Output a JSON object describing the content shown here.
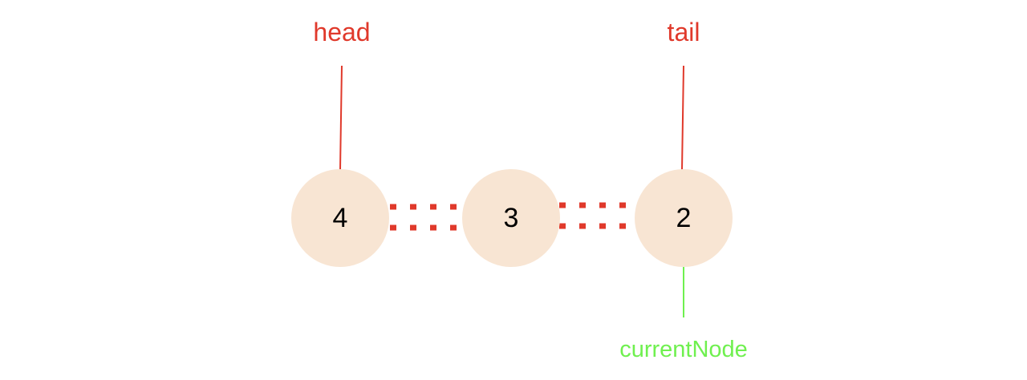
{
  "colors": {
    "pointer": "#e0392b",
    "current": "#6ff04f",
    "node_fill": "#f8e5d3",
    "link": "#e0392b"
  },
  "pointers": {
    "head": "head",
    "tail": "tail",
    "current": "currentNode"
  },
  "nodes": [
    {
      "value": "4"
    },
    {
      "value": "3"
    },
    {
      "value": "2"
    }
  ]
}
